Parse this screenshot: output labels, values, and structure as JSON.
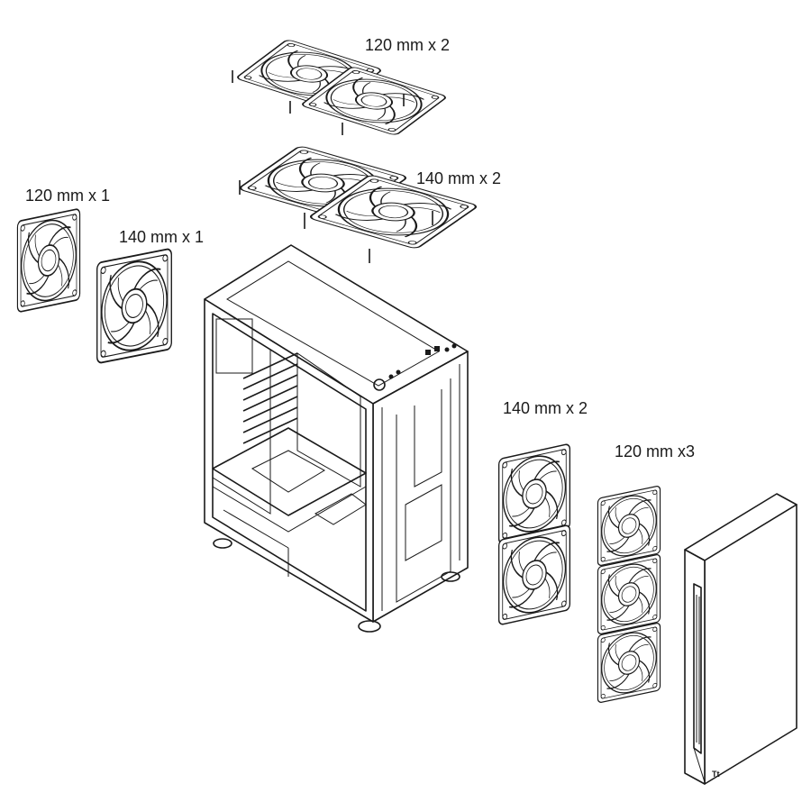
{
  "labels": {
    "top_120": "120 mm x 2",
    "top_140": "140 mm x 2",
    "rear_120": "120 mm x 1",
    "rear_140": "140 mm x 1",
    "front_140": "140 mm x 2",
    "front_120": "120 mm x3",
    "logo": "Tt"
  },
  "colors": {
    "line": "#1a1a1a",
    "background": "#ffffff"
  }
}
